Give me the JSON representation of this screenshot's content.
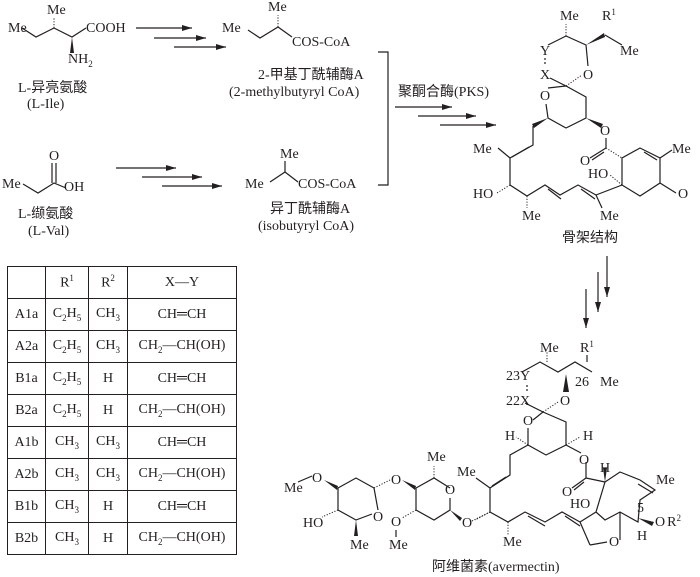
{
  "precursors": [
    {
      "id": "ile",
      "name_cn": "L-异亮氨酸",
      "name_en": "(L-Ile)",
      "atoms": {
        "me_top": "Me",
        "me_left": "Me",
        "acid": "COOH",
        "amine": "NH",
        "amine_sub": "2"
      }
    },
    {
      "id": "val",
      "name_cn": "L-缬氨酸",
      "name_en": "(L-Val)",
      "atoms": {
        "me_left": "Me",
        "carbonyl_o": "O",
        "oh": "OH"
      }
    }
  ],
  "starters": [
    {
      "id": "2-methylbutyryl-coa",
      "name_cn": "2-甲基丁酰辅酶A",
      "name_en": "(2-methylbutyryl CoA)",
      "atoms": {
        "me_top": "Me",
        "me_left": "Me",
        "thioester": "COS-CoA"
      }
    },
    {
      "id": "isobutyryl-coa",
      "name_cn": "异丁酰辅酶A",
      "name_en": "(isobutyryl CoA)",
      "atoms": {
        "me_top": "Me",
        "me_left": "Me",
        "thioester": "COS-CoA"
      }
    }
  ],
  "enzyme_step": {
    "label": "聚酮合酶(PKS)"
  },
  "skeleton": {
    "caption": "骨架结构",
    "atoms": {
      "me_a": "Me",
      "r1": "R",
      "r1_sup": "1",
      "me_b": "Me",
      "y": "Y",
      "x": "X",
      "o_ring1": "O",
      "o_ring2": "O",
      "o_ester": "O",
      "o_carbonyl": "O",
      "me_c": "Me",
      "me_d": "Me",
      "ho_a": "HO",
      "ho_b": "HO",
      "o_ketone": "O",
      "me_e": "Me",
      "me_f": "Me"
    }
  },
  "product": {
    "caption": "阿维菌素(avermectin)",
    "atoms": {
      "me_a": "Me",
      "r1": "R",
      "r1_sup": "1",
      "y": "23Y",
      "x": "22X",
      "c26": "26",
      "me_b": "Me",
      "o_spiro1": "O",
      "o_spiro2": "O",
      "h_a": "H",
      "h_b": "H",
      "o_ester": "O",
      "o_carbonyl": "O",
      "h_c": "H",
      "me_c": "Me",
      "ho": "HO",
      "c5": "5",
      "o_r2": "O",
      "r2": "R",
      "r2_sup": "2",
      "h_d": "H",
      "o_furan": "O",
      "me_d": "Me",
      "me_e": "Me",
      "sugar_meo": "Me",
      "sugar_o1": "O",
      "sugar_ho": "HO",
      "sugar_o_ring1": "O",
      "sugar_me1": "Me",
      "sugar_link_o": "O",
      "sugar_me2": "Me",
      "sugar_o_ring2": "O",
      "sugar_ome_o": "O",
      "sugar_ome_me": "Me",
      "sugar_link_o2": "O",
      "me_f": "Me"
    }
  },
  "table": {
    "headers": [
      "",
      "R1",
      "R2",
      "X—Y"
    ],
    "header_parts": [
      {
        "base": "",
        "sup": ""
      },
      {
        "base": "R",
        "sup": "1"
      },
      {
        "base": "R",
        "sup": "2"
      },
      {
        "base": "X—Y",
        "sup": ""
      }
    ],
    "rows": [
      {
        "name": "A1a",
        "r1": "C2H5",
        "r2": "CH3",
        "xy": "CH═CH"
      },
      {
        "name": "A2a",
        "r1": "C2H5",
        "r2": "CH3",
        "xy": "CH2—CH(OH)"
      },
      {
        "name": "B1a",
        "r1": "C2H5",
        "r2": "H",
        "xy": "CH═CH"
      },
      {
        "name": "B2a",
        "r1": "C2H5",
        "r2": "H",
        "xy": "CH2—CH(OH)"
      },
      {
        "name": "A1b",
        "r1": "CH3",
        "r2": "CH3",
        "xy": "CH═CH"
      },
      {
        "name": "A2b",
        "r1": "CH3",
        "r2": "CH3",
        "xy": "CH2—CH(OH)"
      },
      {
        "name": "B1b",
        "r1": "CH3",
        "r2": "H",
        "xy": "CH═CH"
      },
      {
        "name": "B2b",
        "r1": "CH3",
        "r2": "H",
        "xy": "CH2—CH(OH)"
      }
    ]
  }
}
